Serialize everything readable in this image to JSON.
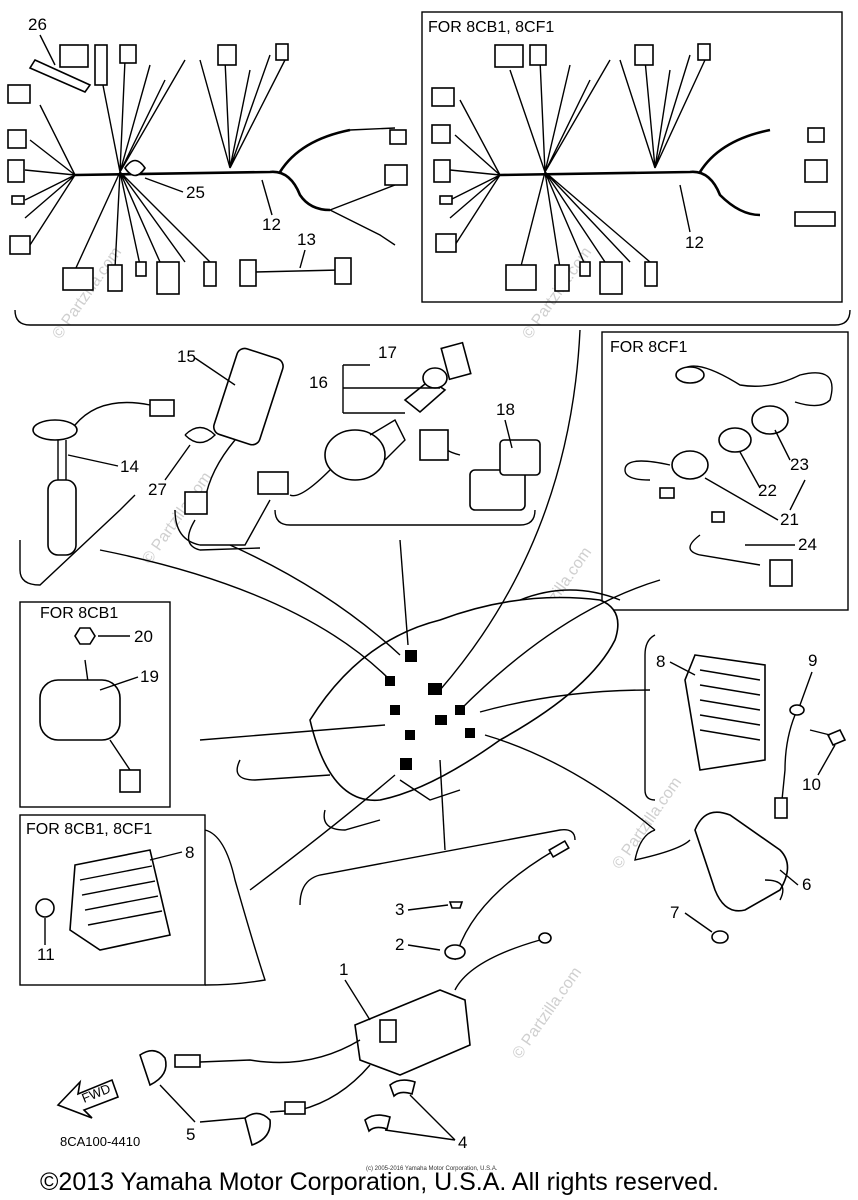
{
  "insets": {
    "harness_alt": "FOR 8CB1, 8CF1",
    "switch_alt": "FOR 8CF1",
    "starter_alt": "FOR 8CB1",
    "rectifier_alt": "FOR 8CB1, 8CF1"
  },
  "callouts": {
    "p1": "1",
    "p2": "2",
    "p3": "3",
    "p4": "4",
    "p5": "5",
    "p6": "6",
    "p7": "7",
    "p8": "8",
    "p8b": "8",
    "p9": "9",
    "p10": "10",
    "p11": "11",
    "p12": "12",
    "p12b": "12",
    "p13": "13",
    "p14": "14",
    "p15": "15",
    "p16": "16",
    "p17": "17",
    "p18": "18",
    "p19": "19",
    "p20": "20",
    "p21": "21",
    "p22": "22",
    "p23": "23",
    "p24": "24",
    "p25": "25",
    "p26": "26",
    "p27": "27"
  },
  "fwd_label": "FWD",
  "diagram_code": "8CA100-4410",
  "small_notice": "(c) 2005-2016 Yamaha Motor Corporation, U.S.A.",
  "copyright": "©2013 Yamaha Motor Corporation, U.S.A. All rights reserved.",
  "watermark": "© Partzilla.com",
  "icons": [
    "harness-icon",
    "ignition-coil-icon",
    "cdi-unit-icon",
    "rectifier-icon",
    "starter-relay-icon",
    "main-switch-icon",
    "key-icon",
    "fuse-holder-icon",
    "fwd-arrow-icon",
    "snowmobile-icon"
  ]
}
